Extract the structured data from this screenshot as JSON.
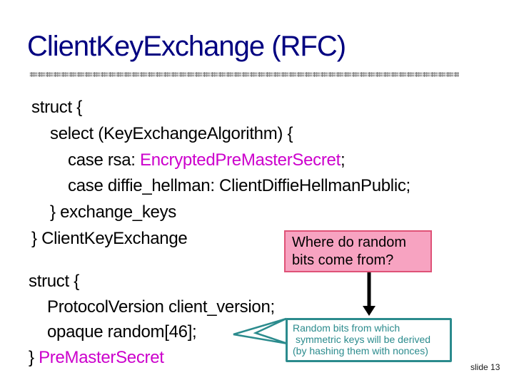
{
  "title": "ClientKeyExchange (RFC)",
  "slide_number": "slide 13",
  "colors": {
    "title-navy": "#000080",
    "accent-magenta": "#CC00CC",
    "pink-fill": "#F7A3C1",
    "pink-border": "#DF5277",
    "teal": "#2B8B8D"
  },
  "code1": {
    "line1": "struct {",
    "line2": "select (KeyExchangeAlgorithm) {",
    "line3_pre": "case rsa: ",
    "line3_hl": "EncryptedPreMasterSecret",
    "line3_post": ";",
    "line4": "case diffie_hellman: ClientDiffieHellmanPublic;",
    "line5": "} exchange_keys",
    "line6": "} ClientKeyExchange"
  },
  "code2": {
    "line1": "struct {",
    "line2": "ProtocolVersion client_version;",
    "line3": "opaque random[46];",
    "line4_pre": "} ",
    "line4_hl": "PreMasterSecret"
  },
  "callout_question": {
    "line1": "Where do random",
    "line2": "bits come from?"
  },
  "callout_answer": {
    "line1": "Random bits from which",
    "line2": "symmetric keys will be derived",
    "line3": "(by hashing them with nonces)"
  }
}
